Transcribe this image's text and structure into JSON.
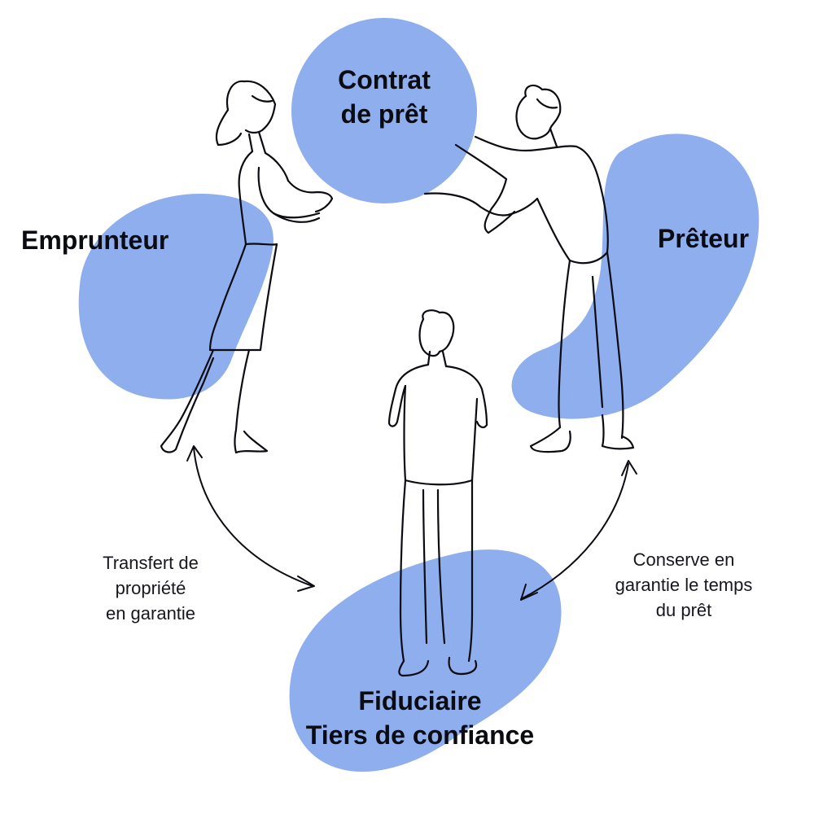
{
  "colors": {
    "blob": "#8EAEEE",
    "ink": "#0b0b12",
    "background": "#ffffff"
  },
  "contract": {
    "line1": "Contrat",
    "line2": "de prêt"
  },
  "borrower": {
    "label": "Emprunteur"
  },
  "lender": {
    "label": "Prêteur"
  },
  "trustee": {
    "line1": "Fiduciaire",
    "line2": "Tiers de confiance"
  },
  "left_note": {
    "line1": "Transfert de",
    "line2": "propriété",
    "line3": "en garantie"
  },
  "right_note": {
    "line1": "Conserve en",
    "line2": "garantie le temps",
    "line3": "du prêt"
  },
  "icons": [
    "woman-figure-icon",
    "man-figure-icon",
    "standing-man-figure-icon",
    "curved-double-arrow-icon"
  ]
}
